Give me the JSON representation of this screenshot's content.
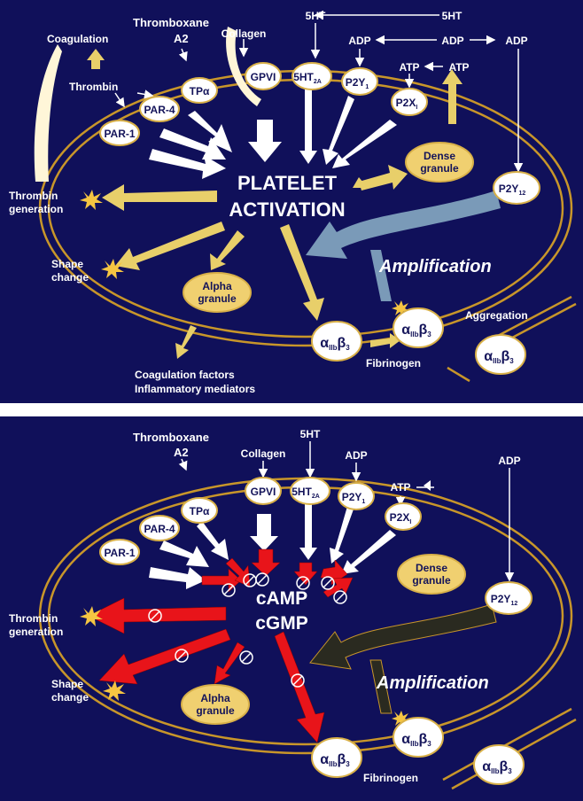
{
  "top": {
    "thromboxane": "Thromboxane",
    "a2": "A2",
    "collagen": "Collagen",
    "fivehtTop": "5HT",
    "fivehtRight": "5HT",
    "adp1": "ADP",
    "adp2": "ADP",
    "adp3": "ADP",
    "atp1": "ATP",
    "atp2": "ATP",
    "coagulation": "Coagulation",
    "thrombin": "Thrombin",
    "thrombinGeneration1": "Thrombin",
    "thrombinGeneration2": "generation",
    "shapeChange1": "Shape",
    "shapeChange2": "change",
    "center1": "PLATELET",
    "center2": "ACTIVATION",
    "amplification": "Amplification",
    "aggregation": "Aggregation",
    "fibrinogen": "Fibrinogen",
    "coagFactors": "Coagulation factors",
    "inflam": "Inflammatory mediators",
    "receptors": {
      "par1": "PAR-1",
      "par4": "PAR-4",
      "tpa": "TPα",
      "gpvi": "GPVI",
      "ht2a": "5HT",
      "ht2aSub": "2A",
      "p2y1": "P2Y",
      "p2y1Sub": "1",
      "p2x1": "P2X",
      "p2x1Sub": "I",
      "p2y12": "P2Y",
      "p2y12Sub": "12",
      "dense1": "Dense",
      "dense2": "granule",
      "alpha1": "Alpha",
      "alpha2": "granule",
      "aiib": "α",
      "aiibSub": "IIb",
      "b3": "β",
      "b3Sub": "3"
    }
  },
  "bottom": {
    "thromboxane": "Thromboxane",
    "a2": "A2",
    "collagen": "Collagen",
    "fiveht": "5HT",
    "adp1": "ADP",
    "adp2": "ADP",
    "atp": "ATP",
    "thrombinGeneration1": "Thrombin",
    "thrombinGeneration2": "generation",
    "shapeChange1": "Shape",
    "shapeChange2": "change",
    "center1": "cAMP",
    "center2": "cGMP",
    "amplification": "Amplification",
    "fibrinogen": "Fibrinogen"
  },
  "colors": {
    "background": "#10105a",
    "yellowArrow": "#e8cf6a",
    "redArrow": "#e8141a",
    "blueArrow": "#7a9ab8",
    "darkArrow": "#2a2a20",
    "membrane": "#c8962a"
  }
}
